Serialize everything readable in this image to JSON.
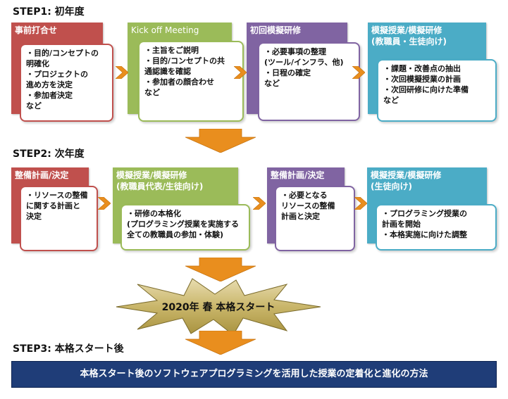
{
  "colors": {
    "red": "#c0504d",
    "green": "#9bbb59",
    "purple": "#8064a2",
    "teal": "#4bacc6",
    "arrow": "#e98e1e",
    "bar": "#1f3d78"
  },
  "step1": {
    "title": "STEP1:  初年度",
    "boxes": [
      {
        "head": "事前打合せ",
        "body": "・目的/コンセプトの\n明確化\n・プロジェクトの\n進め方を決定\n・参加者決定\nなど"
      },
      {
        "head": "Kick off Meeting",
        "body": "・主旨をご説明\n・目的/コンセプトの共\n通認識を確認\n・参加者の顔合わせ\nなど"
      },
      {
        "head": "初回模擬研修",
        "body": "・必要事項の整理\n(ツール/インフラ、他)\n・日程の確定\nなど"
      },
      {
        "head": "模擬授業/模擬研修\n(教職員・生徒向け)",
        "body": "・課題・改善点の抽出\n・次回模擬授業の計画\n・次回研修に向けた準備\nなど"
      }
    ]
  },
  "step2": {
    "title": "STEP2:  次年度",
    "boxes": [
      {
        "head": "整備計画/決定",
        "body": "・リソースの整備\nに関する計画と\n決定"
      },
      {
        "head": "模擬授業/模擬研修\n(教職員代表/生徒向け)",
        "body": "・研修の本格化\n(プログラミング授業を実施する\n全ての教職員の参加・体験)"
      },
      {
        "head": "整備計画/決定",
        "body": "・必要となる\nリソースの整備\n計画と決定"
      },
      {
        "head": "模擬授業/模擬研修\n(生徒向け)",
        "body": "・プログラミング授業の\n計画を開始\n・本格実施に向けた調整"
      }
    ]
  },
  "milestone": "2020年 春 本格スタート",
  "step3": {
    "title": "STEP3:  本格スタート後",
    "bar": "本格スタート後のソフトウェアプログラミングを活用した授業の定着化と進化の方法"
  }
}
